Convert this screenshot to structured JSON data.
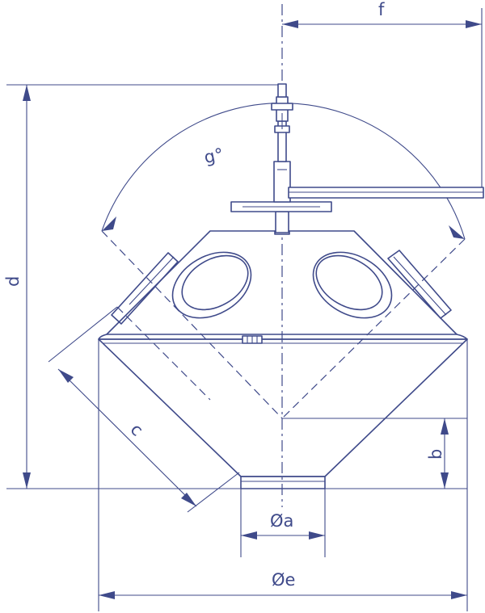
{
  "colors": {
    "ink": "#3f4a8a",
    "background": "#ffffff"
  },
  "labels": {
    "diameter_outlet": "Øa",
    "height_bottom": "b",
    "side_length": "c",
    "total_height": "d",
    "diameter_body": "Øe",
    "offset_top": "f",
    "angle": "g°"
  }
}
